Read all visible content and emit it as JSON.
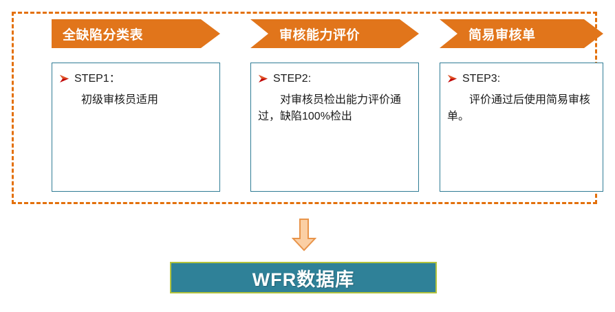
{
  "diagram": {
    "frame": {
      "style": "dashed",
      "color": "#E3700B"
    },
    "steps": [
      {
        "banner_label": "全缺陷分类表",
        "step_title": "STEP1：",
        "step_desc": "初级审核员适用",
        "bullet_icon": "red-arrow-bullet-icon"
      },
      {
        "banner_label": "审核能力评价",
        "step_title": "STEP2:",
        "step_desc": "对审核员检出能力评价通过，缺陷100%检出",
        "bullet_icon": "red-arrow-bullet-icon"
      },
      {
        "banner_label": "简易审核单",
        "step_title": "STEP3:",
        "step_desc": "评价通过后使用简易审核单。",
        "bullet_icon": "red-arrow-bullet-icon"
      }
    ],
    "flow_arrow": {
      "icon": "down-arrow-icon",
      "fill": "#FBCFA4",
      "stroke": "#E8944A"
    },
    "database": {
      "label": "WFR数据库",
      "fill": "#2F8198",
      "border": "#B3C23C"
    },
    "colors": {
      "banner_orange": "#E1751B",
      "box_border_teal": "#2E7B94",
      "bullet_red": "#C00000"
    }
  }
}
